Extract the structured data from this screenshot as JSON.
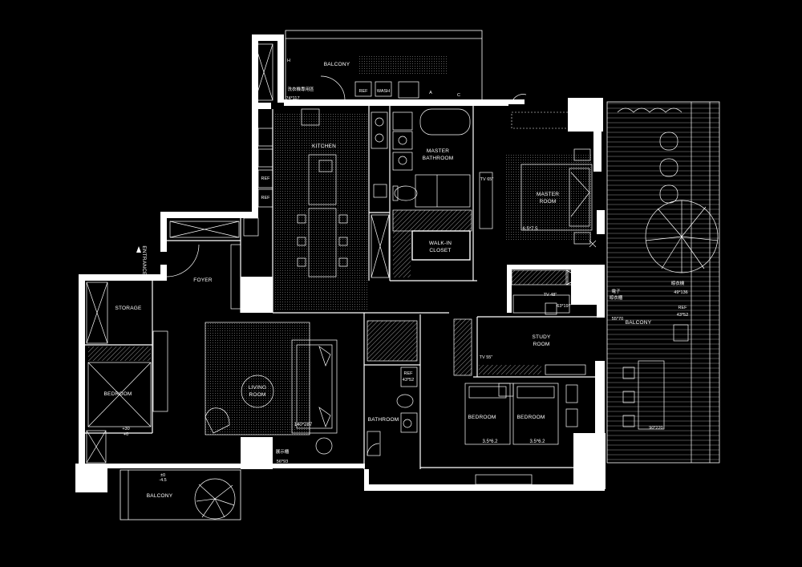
{
  "labels": {
    "balcony_top": "BALCONY",
    "balcony_top_h": "H",
    "balcony_top_cn": "洗衣機專用區",
    "balcony_top_dim": "74*117",
    "ref_top": "REF",
    "wash": "WASH",
    "a_mark": "A",
    "c_mark": "C",
    "kitchen": "KITCHEN",
    "ref_k1": "REF",
    "ref_k2": "REF",
    "master_bathroom_1": "MASTER",
    "master_bathroom_2": "BATHROOM",
    "tv_master": "TV 65\"",
    "master_room_1": "MASTER",
    "master_room_2": "ROOM",
    "master_room_dim": "6.5*7.5",
    "walk_in_1": "WALK-IN",
    "walk_in_2": "CLOSET",
    "entrance": "ENTRANCE",
    "foyer": "FOYER",
    "storage": "STORAGE",
    "bedroom_left": "BEDROOM",
    "bedroom_left_dim1": "+30",
    "bedroom_left_dim2": "+0",
    "living_1": "LIVING",
    "living_2": "ROOM",
    "living_dim": "140*287",
    "living_cn": "展示櫃",
    "living_dim2": "56*93",
    "balcony_bottom": "BALCONY",
    "balcony_bottom_d1": "±0",
    "balcony_bottom_d2": "-4.5",
    "tv_study_top": "TV 48\"",
    "study_dim": "63*197",
    "study_1": "STUDY",
    "study_2": "ROOM",
    "tv_study": "TV 55\"",
    "ref_bath": "REF",
    "ref_bath_dim": "43*52",
    "bathroom": "BATHROOM",
    "bedroom_a": "BEDROOM",
    "bedroom_a_dim": "3.5*6.2",
    "bedroom_b": "BEDROOM",
    "bedroom_b_dim": "3.5*6.2",
    "balcony_right": "BALCONY",
    "balcony_right_cn1": "電子",
    "balcony_right_cn2": "晾衣櫃",
    "balcony_right_dim": "55*70",
    "right_cn": "晾衣機",
    "right_dim1": "49*136",
    "right_ref": "REF",
    "right_dim2": "43*52",
    "right_dim3": "90*220"
  },
  "colors": {
    "background": "#000000",
    "line": "#ffffff"
  }
}
